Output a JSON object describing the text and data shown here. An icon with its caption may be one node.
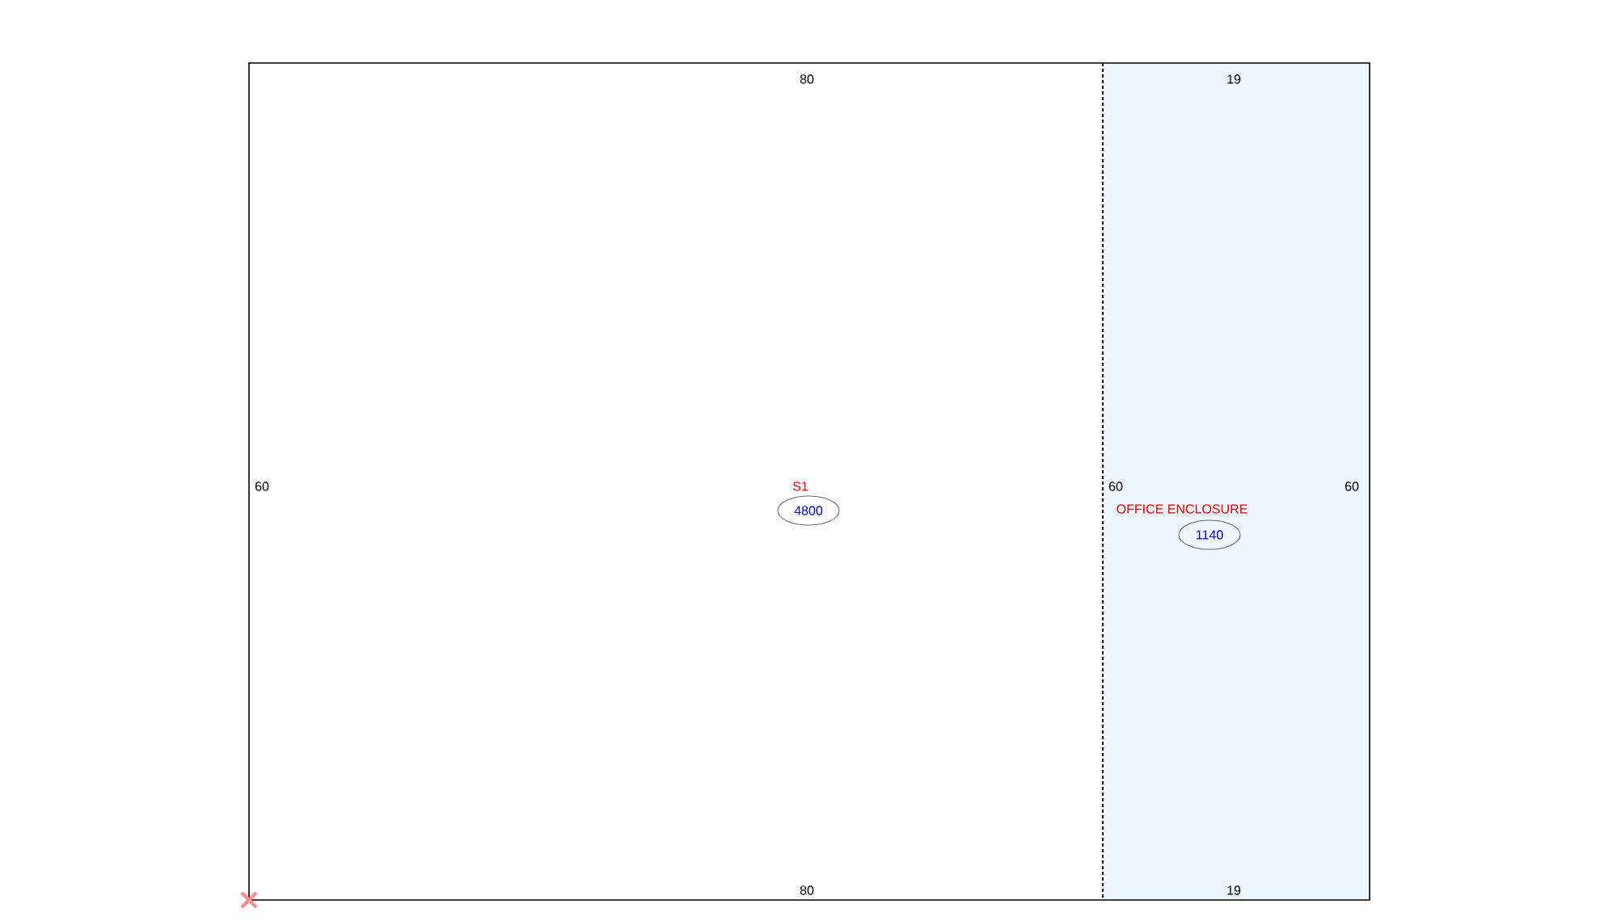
{
  "diagram": {
    "nodes": [
      {
        "text": [
          "S1"
        ]
      },
      {
        "text": [
          "4800"
        ],
        "in": 0
      },
      {
        "text": [
          "OFFICE ENCLOSURE"
        ]
      },
      {
        "text": [
          "1140"
        ],
        "in": 2
      }
    ],
    "labels": [
      "80",
      "19",
      "60",
      "60",
      "60",
      "80",
      "19"
    ]
  }
}
